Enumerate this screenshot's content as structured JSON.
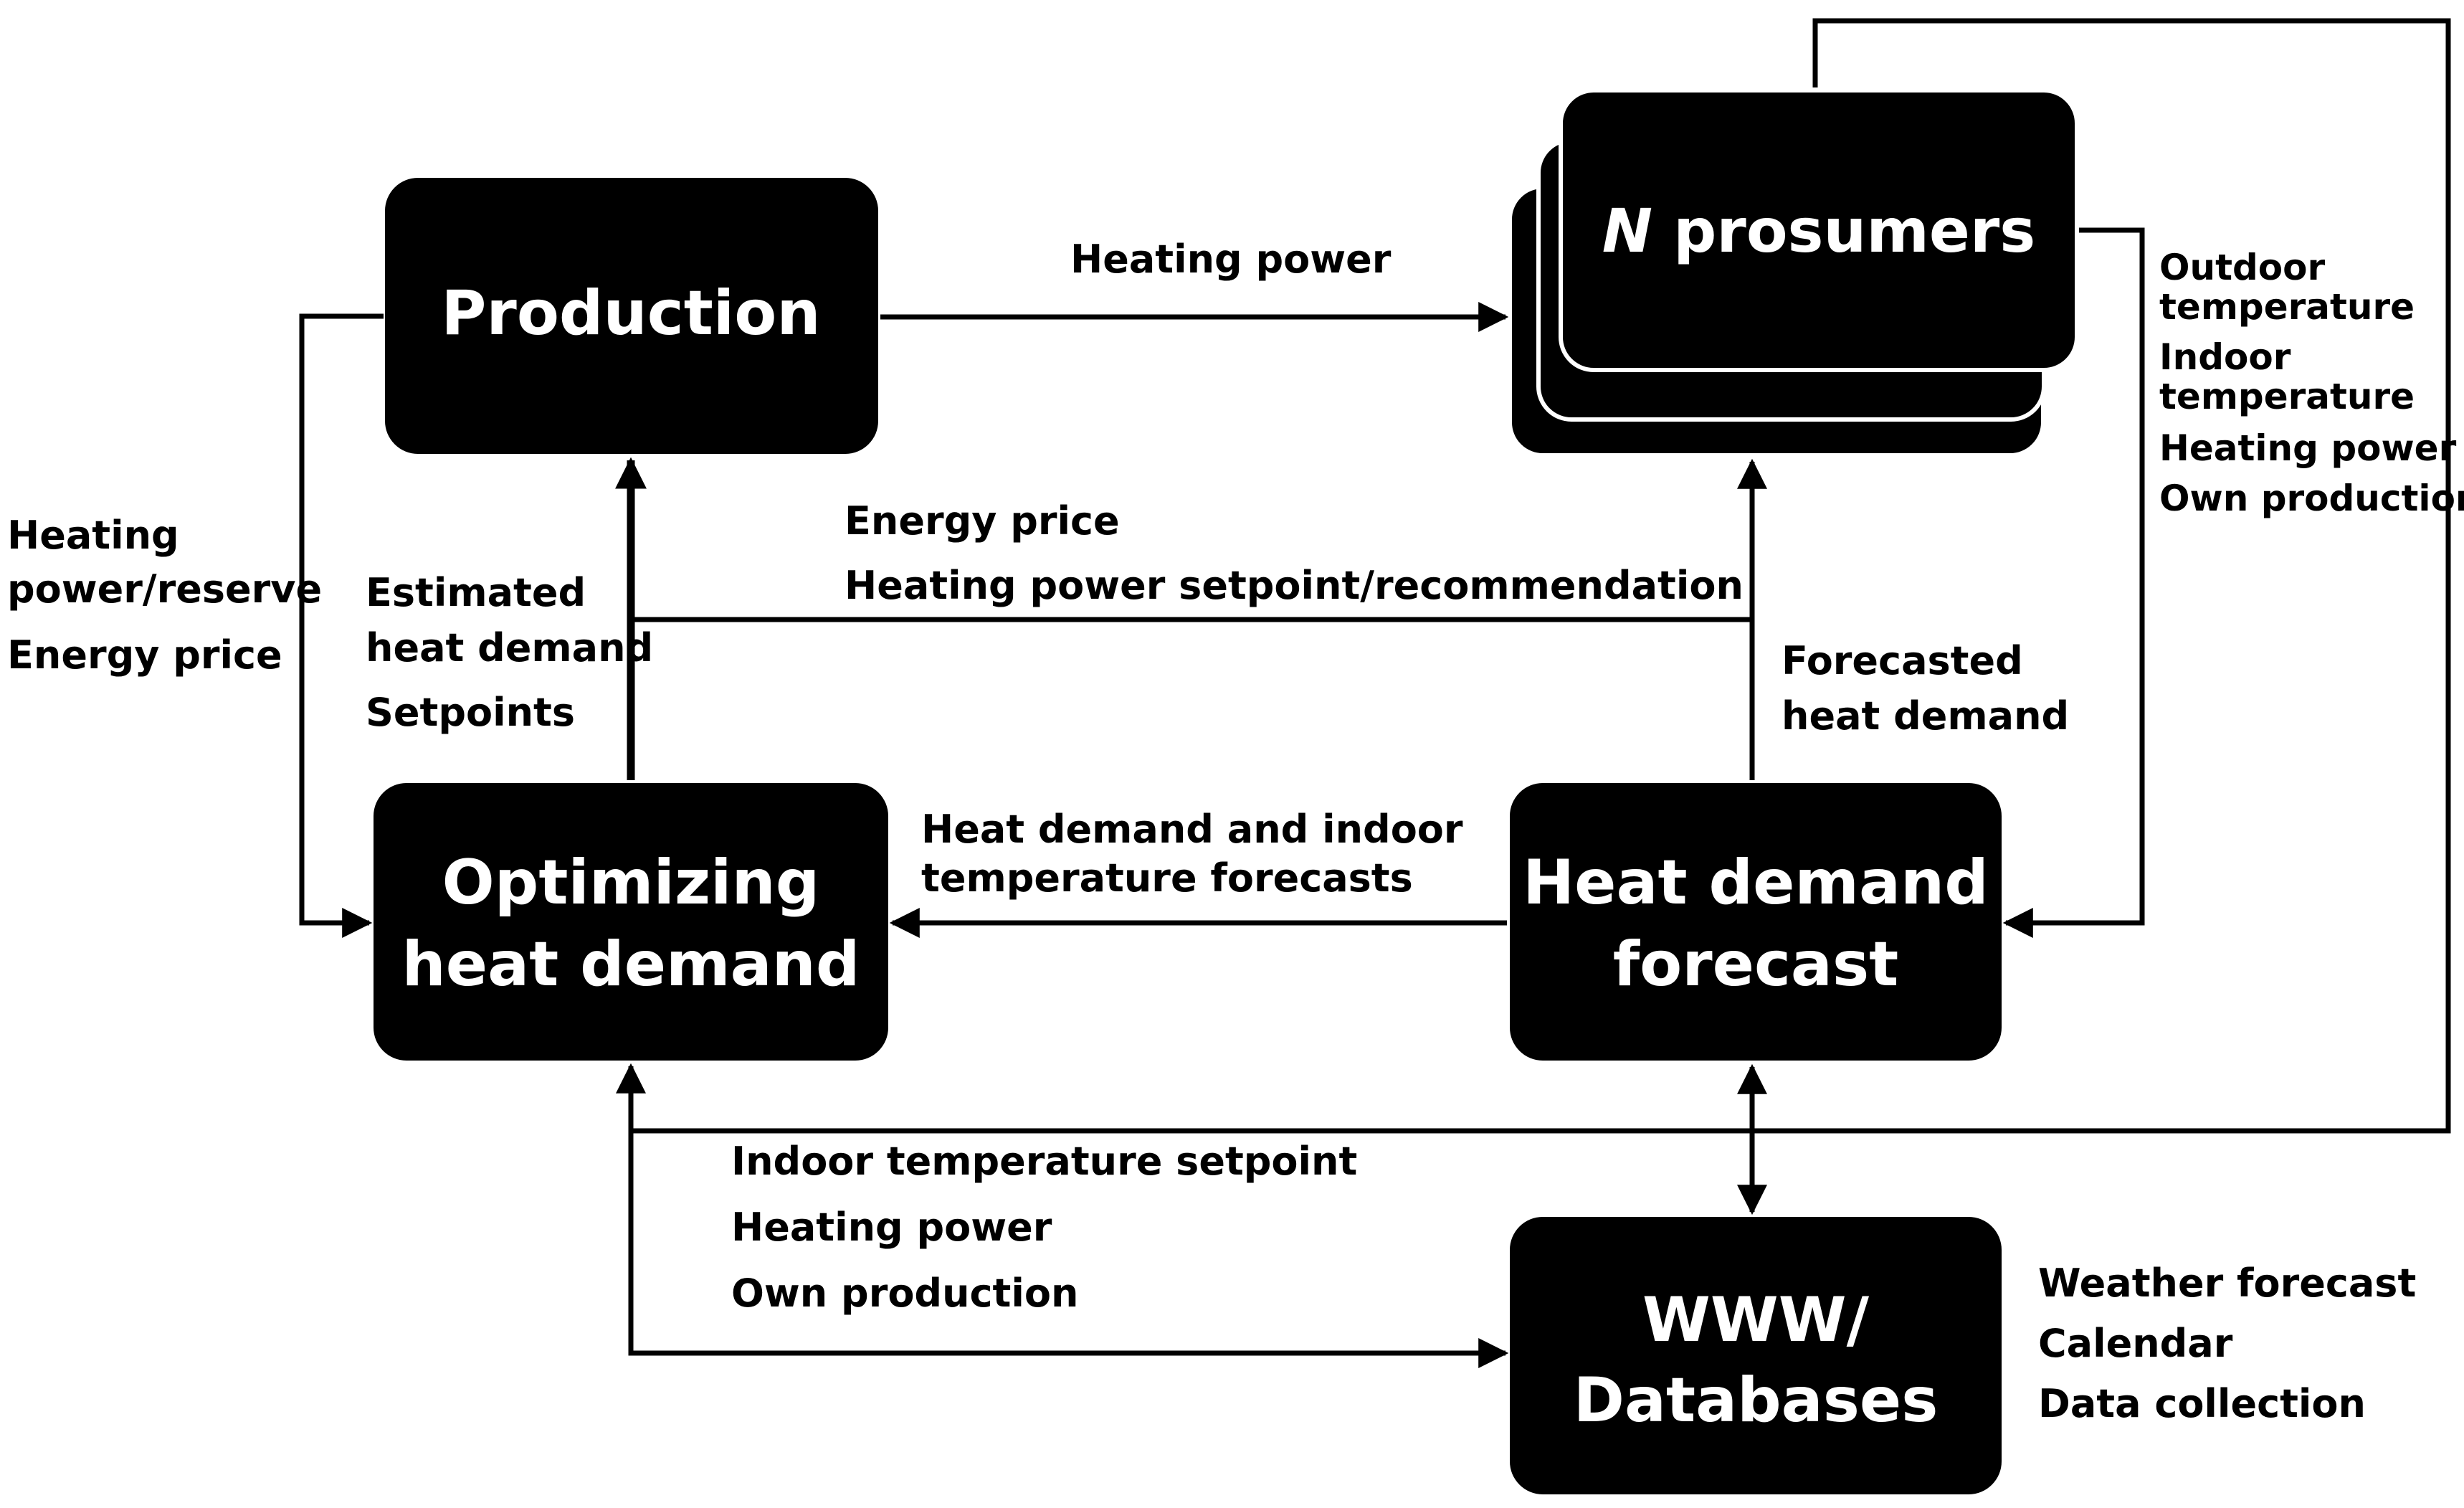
{
  "colors": {
    "box_fill": "#000000",
    "box_text": "#ffffff",
    "line": "#000000",
    "background": "#ffffff"
  },
  "nodes": {
    "production": "Production",
    "prosumers_italic": "N",
    "prosumers_rest": " prosumers",
    "optimizing_line1": "Optimizing",
    "optimizing_line2": "heat demand",
    "forecast_line1": "Heat demand",
    "forecast_line2": "forecast",
    "www_line1": "WWW/",
    "www_line2": "Databases"
  },
  "labels": {
    "heating_power": "Heating power",
    "left_1": "Heating",
    "left_2": "power/reserve",
    "left_3": "Energy price",
    "estimated_1": "Estimated",
    "estimated_2": "heat demand",
    "setpoints": "Setpoints",
    "energy_price": "Energy price",
    "setpoint_rec": "Heating power setpoint/recommendation",
    "forecasted_1": "Forecasted",
    "forecasted_2": "heat demand",
    "hd_forecasts_1": "Heat demand and indoor",
    "hd_forecasts_2": "temperature forecasts",
    "right_1": "Outdoor",
    "right_2": "temperature",
    "right_3": "Indoor",
    "right_4": "temperature",
    "right_5": "Heating power",
    "right_6": "Own production",
    "bottom_1": "Indoor temperature setpoint",
    "bottom_2": "Heating power",
    "bottom_3": "Own production",
    "www_1": "Weather forecast",
    "www_2": "Calendar",
    "www_3": "Data collection"
  }
}
